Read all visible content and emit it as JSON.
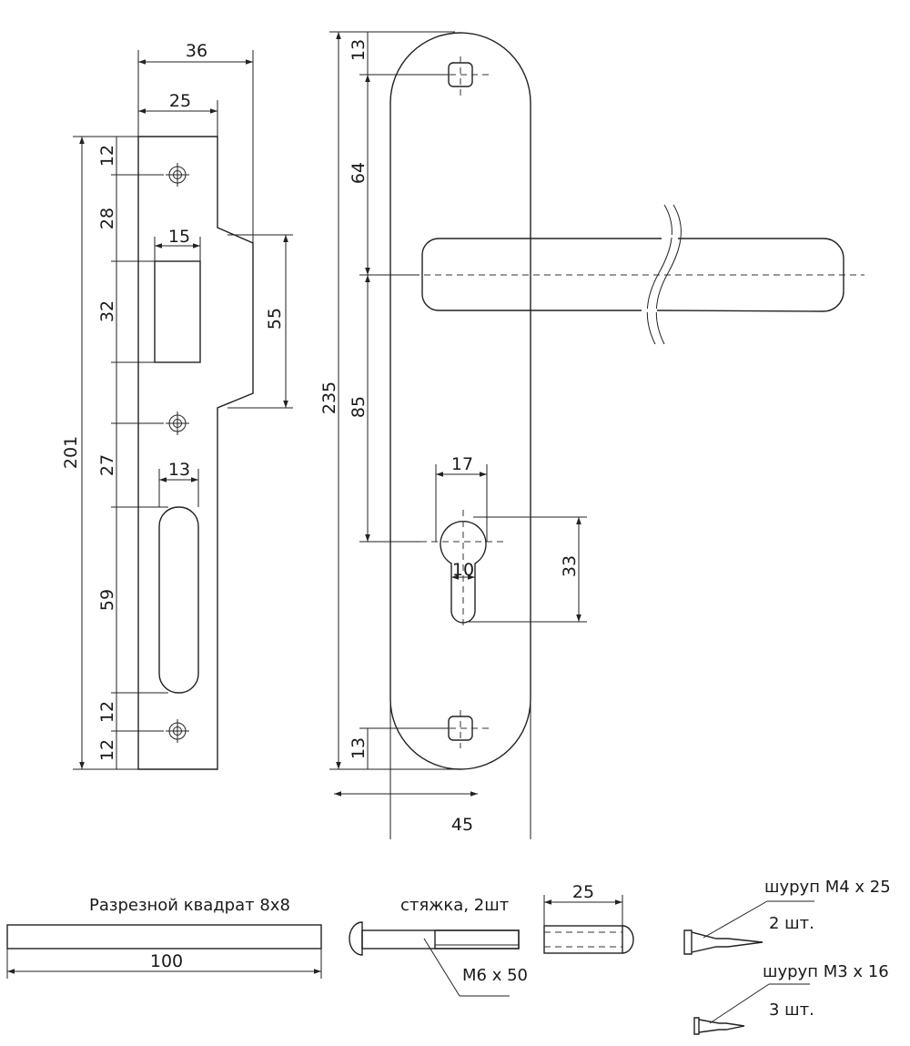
{
  "strike_plate": {
    "dims": {
      "width_36": "36",
      "width_25": "25",
      "height_201": "201",
      "d12_top": "12",
      "d28": "28",
      "d32": "32",
      "d27": "27",
      "d59": "59",
      "d12_mid": "12",
      "d12_bottom": "12",
      "latch_15": "15",
      "slot_13": "13",
      "lip_55": "55"
    }
  },
  "handle_plate": {
    "dims": {
      "height_235": "235",
      "top_13": "13",
      "d64": "64",
      "d85": "85",
      "cyl_17": "17",
      "cyl_10": "10",
      "cyl_33": "33",
      "bottom_13": "13",
      "width_45": "45"
    }
  },
  "accessories": {
    "square_label": "Разрезной квадрат 8х8",
    "square_length": "100",
    "tie_label": "стяжка, 2шт",
    "tie_size": "М6 х 50",
    "sleeve_length": "25",
    "screw1_label": "шуруп М4 х 25",
    "screw1_qty": "2 шт.",
    "screw2_label": "шуруп М3 х 16",
    "screw2_qty": "3 шт."
  }
}
